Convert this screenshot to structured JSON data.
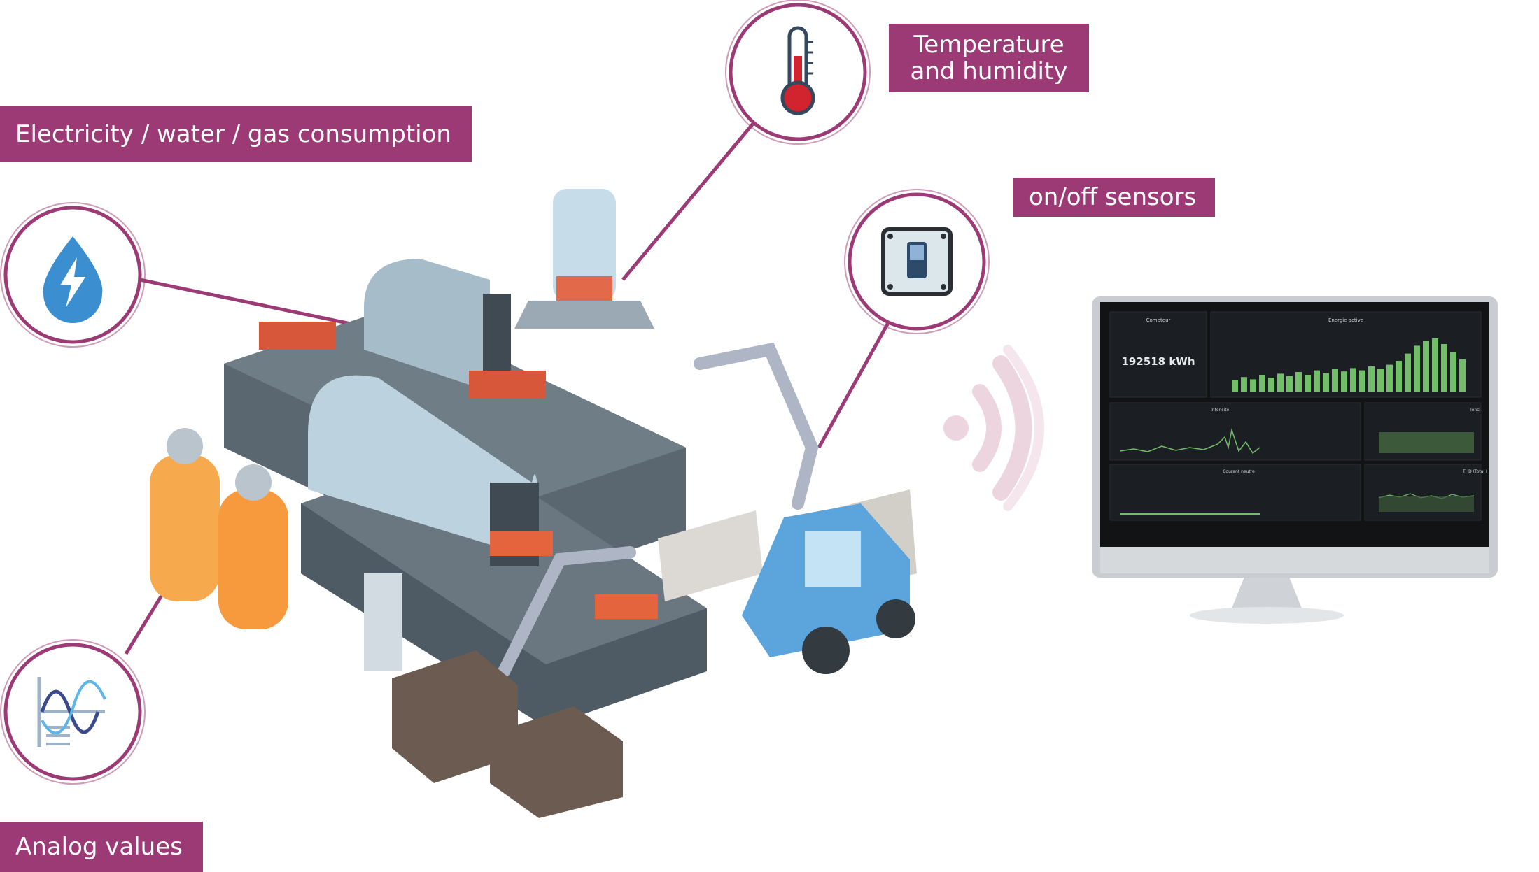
{
  "labels": {
    "consumption": "Electricity / water / gas consumption",
    "temperature_line1": "Temperature",
    "temperature_line2": "and humidity",
    "onoff": "on/off sensors",
    "analog": "Analog values"
  },
  "icons": {
    "consumption": "water-drop-lightning-icon",
    "temperature": "thermometer-icon",
    "onoff": "switch-icon",
    "analog": "waveform-icon",
    "wireless": "wireless-signal-icon"
  },
  "dashboard": {
    "counter_title": "Compteur",
    "counter_value": "192518 kWh",
    "energy_title": "Energie active",
    "intensity_title": "Intensité",
    "voltage_title": "Tensi",
    "neutral_title": "Courant neutre",
    "thd_title": "THD (Total I",
    "energy_bars": [
      0.2,
      0.26,
      0.22,
      0.3,
      0.25,
      0.32,
      0.28,
      0.35,
      0.3,
      0.38,
      0.33,
      0.4,
      0.36,
      0.42,
      0.38,
      0.45,
      0.4,
      0.48,
      0.55,
      0.68,
      0.82,
      0.9,
      0.95,
      0.85,
      0.7,
      0.58
    ]
  },
  "colors": {
    "accent": "#9c3a76",
    "dashboard_green": "#73bf69",
    "wireless": "#ecd5df"
  }
}
